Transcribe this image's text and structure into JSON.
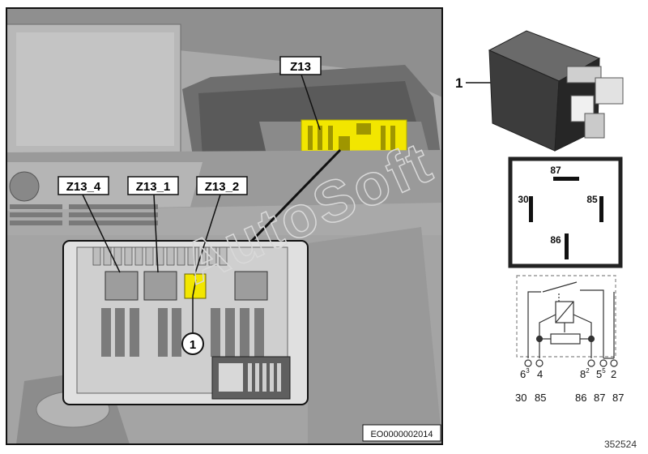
{
  "photo": {
    "callouts": {
      "z13": "Z13",
      "z13_4": "Z13_4",
      "z13_1": "Z13_1",
      "z13_2": "Z13_2"
    },
    "item_marker": "1",
    "image_code": "EO0000002014"
  },
  "relay": {
    "item_label": "1",
    "pins": {
      "top": "87",
      "left": "30",
      "right": "85",
      "bottom": "86"
    }
  },
  "schematic": {
    "terminals": [
      {
        "num": "6",
        "sup": "3"
      },
      {
        "num": "4",
        "sup": ""
      },
      {
        "num": "8",
        "sup": "2"
      },
      {
        "num": "5",
        "sup": "5"
      },
      {
        "num": "2",
        "sup": ""
      }
    ],
    "pin_numbers": [
      "30",
      "85",
      "86",
      "87",
      "87"
    ]
  },
  "watermark": "AutoSoft",
  "figure_number": "352524",
  "colors": {
    "highlight": "#f2e600",
    "frame": "#222222"
  }
}
